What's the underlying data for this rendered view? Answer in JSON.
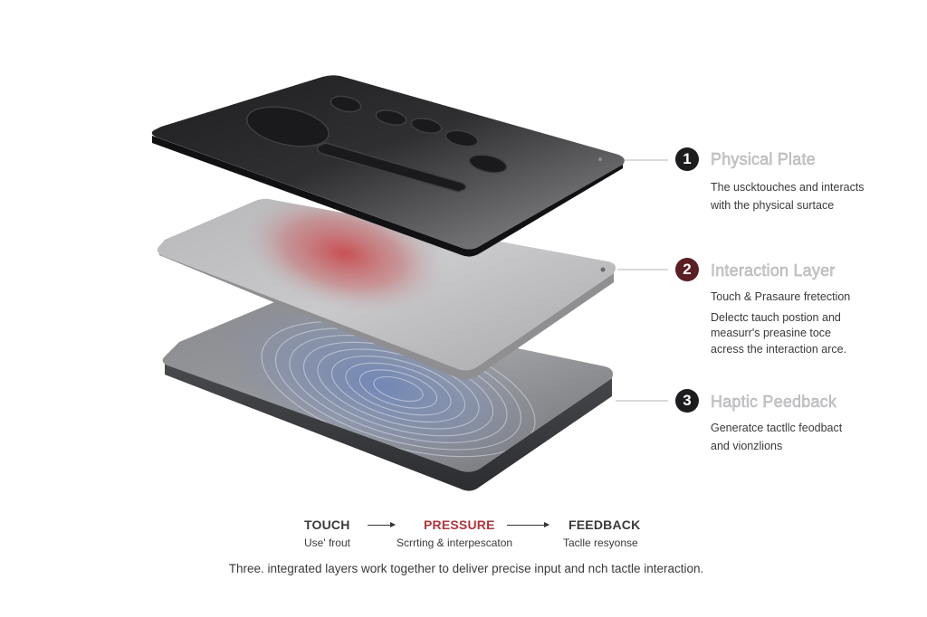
{
  "layers": [
    {
      "number": "1",
      "title": "Physical Plate",
      "description_lines": [
        "The usсktouches and interacts",
        "with the physical surtace"
      ]
    },
    {
      "number": "2",
      "title": "Interaction Layer",
      "subtitle": "Touch & Prasaure fretection",
      "description_lines": [
        "Delectc tauch postion and",
        "measurr's preasine toce",
        "acress the interaction arce."
      ]
    },
    {
      "number": "3",
      "title": "Haptic Peedback",
      "description_lines": [
        "Generatce tactllc feodbact",
        "and vionzlions"
      ]
    }
  ],
  "flow": [
    {
      "label": "TOUCH",
      "sub": "Use' frout",
      "color": "#3a3a3c"
    },
    {
      "label": "PRESSURE",
      "sub": "Scrrting & interpescaton",
      "color": "#b0353c"
    },
    {
      "label": "FEEDBACK",
      "sub": "Taclle resyonse",
      "color": "#3a3a3c"
    }
  ],
  "caption": "Three. integrated layers work together to deliver precise input and nch tactle interaction.",
  "colors": {
    "accent_red": "#b0353c",
    "badge_dark": "#1d1d1f",
    "badge_red": "#5a1f22",
    "plate_top": "#2b2b2d",
    "haptic_glow": "#6f86b8",
    "pressure_glow": "#c94a4e"
  }
}
